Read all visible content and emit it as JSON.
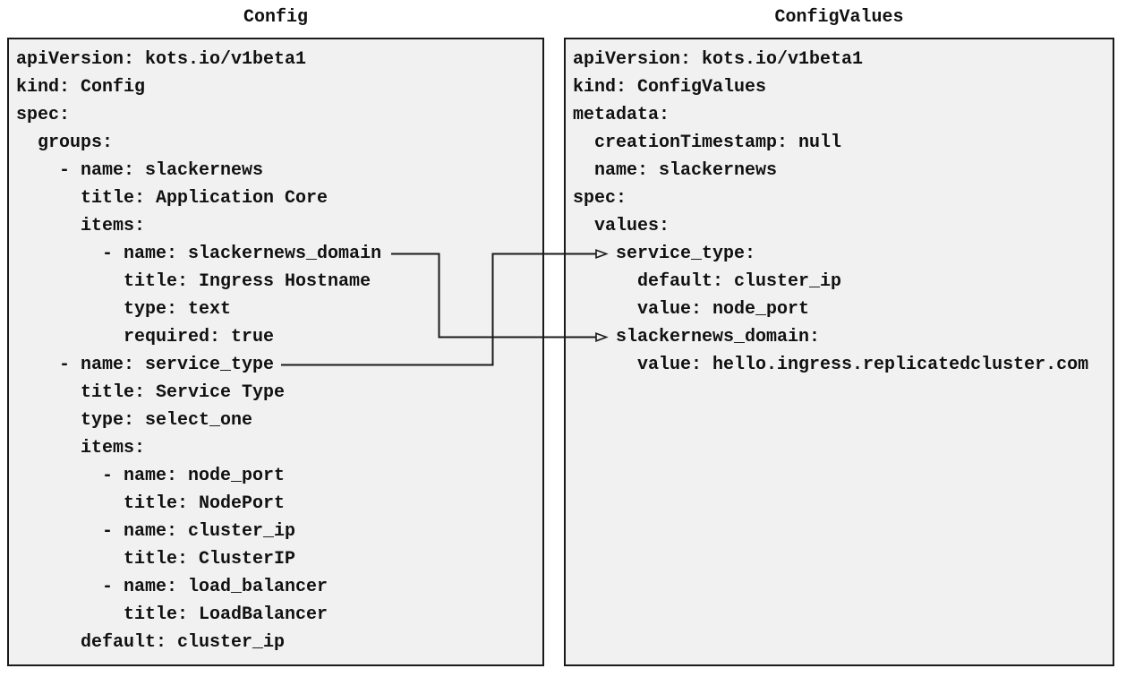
{
  "colors": {
    "page_bg": "#ffffff",
    "box_bg": "#f1f1f1",
    "box_border": "#1a1a1a",
    "text": "#111111",
    "arrow": "#1a1a1a"
  },
  "left_panel": {
    "title": "Config",
    "code_lines": [
      "apiVersion: kots.io/v1beta1",
      "kind: Config",
      "spec:",
      "  groups:",
      "    - name: slackernews",
      "      title: Application Core",
      "      items:",
      "        - name: slackernews_domain",
      "          title: Ingress Hostname",
      "          type: text",
      "          required: true",
      "    - name: service_type",
      "      title: Service Type",
      "      type: select_one",
      "      items:",
      "        - name: node_port",
      "          title: NodePort",
      "        - name: cluster_ip",
      "          title: ClusterIP",
      "        - name: load_balancer",
      "          title: LoadBalancer",
      "      default: cluster_ip"
    ]
  },
  "right_panel": {
    "title": "ConfigValues",
    "code_lines": [
      "apiVersion: kots.io/v1beta1",
      "kind: ConfigValues",
      "metadata:",
      "  creationTimestamp: null",
      "  name: slackernews",
      "spec:",
      "  values:",
      "    service_type:",
      "      default: cluster_ip",
      "      value: node_port",
      "    slackernews_domain:",
      "      value: hello.ingress.replicatedcluster.com"
    ]
  },
  "arrows": [
    {
      "from": "Config item name: slackernews_domain",
      "to": "ConfigValues value key: slackernews_domain"
    },
    {
      "from": "Config item name: service_type",
      "to": "ConfigValues value key: service_type"
    }
  ]
}
